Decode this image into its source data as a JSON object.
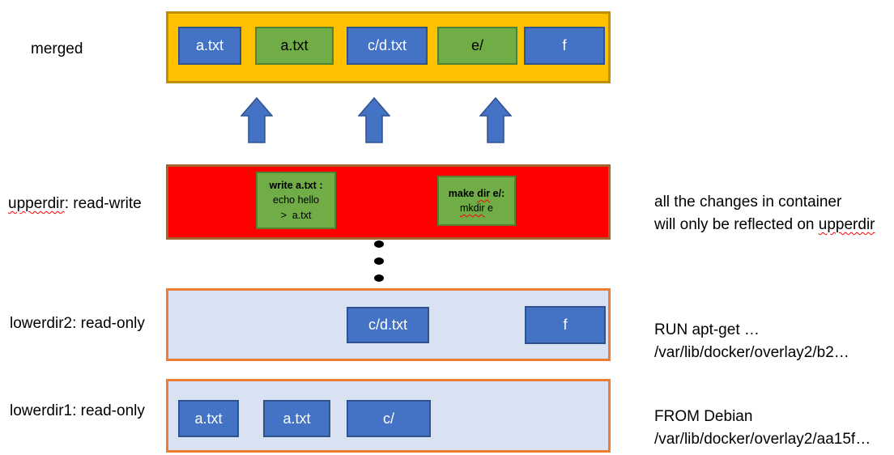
{
  "colors": {
    "blue_fill": "#4472C4",
    "blue_border": "#2F528F",
    "green_fill": "#70AD47",
    "green_border": "#548235",
    "yellow_fill": "#FFC000",
    "yellow_border": "#BF9000",
    "red_fill": "#FF0000",
    "red_border": "#A5632D",
    "lower_fill": "#D9E2F3",
    "lower_border": "#ED7D31"
  },
  "merged": {
    "label": "merged",
    "files": [
      {
        "name": "a.txt",
        "color": "blue"
      },
      {
        "name": "a.txt",
        "color": "green"
      },
      {
        "name": "c/d.txt",
        "color": "blue"
      },
      {
        "name": "e/",
        "color": "green"
      },
      {
        "name": "f",
        "color": "blue"
      }
    ]
  },
  "upperdir": {
    "label_word": "upperdir",
    "label_rest": ": read-write",
    "commands": [
      {
        "title": "write a.txt :",
        "line1": "echo hello",
        "line2": ">  a.txt"
      },
      {
        "title_pre": "make ",
        "title_word": "dir",
        "title_post": " e/:",
        "line1_word": "mkdir",
        "line1_rest": " e"
      }
    ],
    "note_line1": "all the changes in container",
    "note_line2_pre": "will only be reflected on ",
    "note_line2_word": "upperdir"
  },
  "lowerdir2": {
    "label": "lowerdir2: read-only",
    "files": [
      {
        "name": "c/d.txt",
        "color": "blue"
      },
      {
        "name": "f",
        "color": "blue"
      }
    ],
    "note_line1": "RUN apt-get …",
    "note_line2": "/var/lib/docker/overlay2/b2…"
  },
  "lowerdir1": {
    "label": "lowerdir1: read-only",
    "files": [
      {
        "name": "a.txt",
        "color": "blue"
      },
      {
        "name": "a.txt",
        "color": "blue"
      },
      {
        "name": "c/",
        "color": "blue"
      }
    ],
    "note_line1": "FROM Debian",
    "note_line2": "/var/lib/docker/overlay2/aa15f…"
  }
}
